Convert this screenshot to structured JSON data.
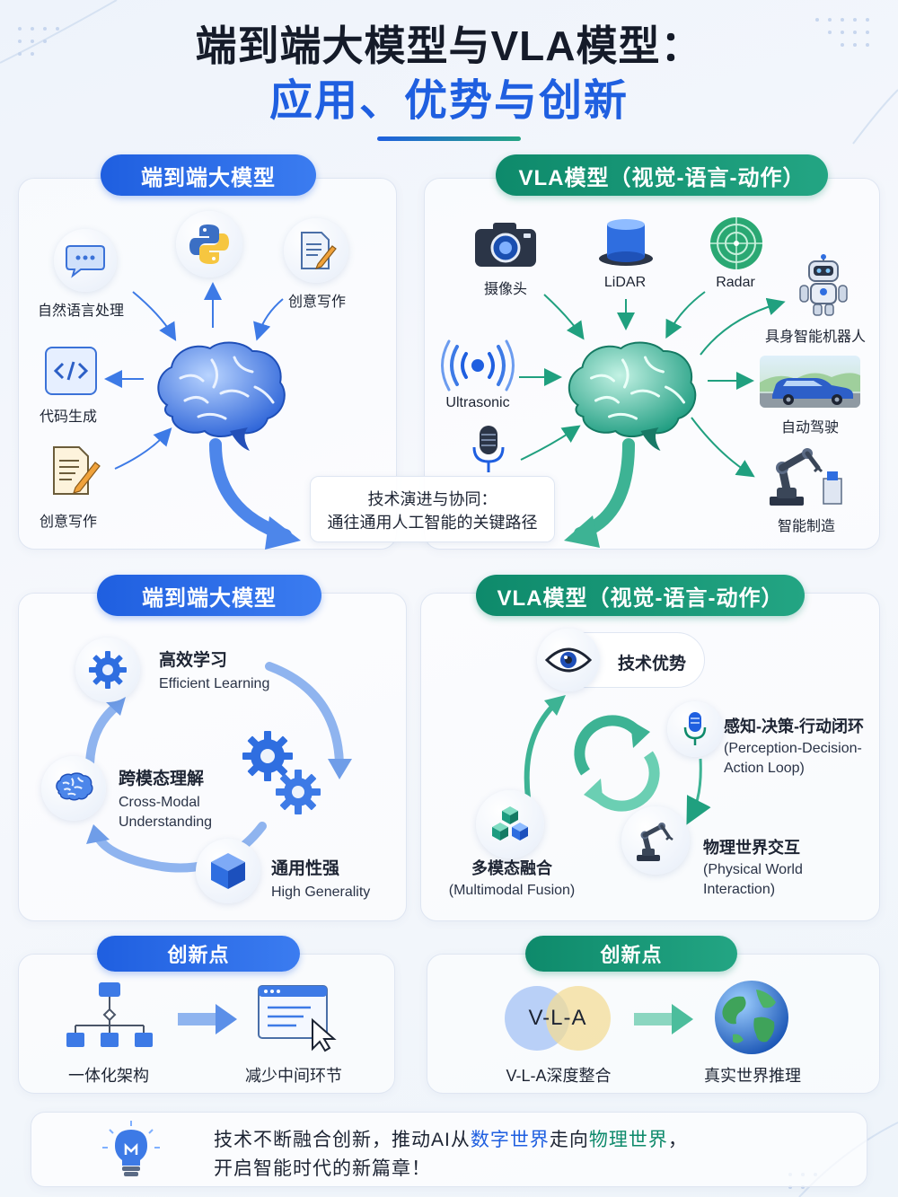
{
  "title": {
    "line1": "端到端大模型与VLA模型：",
    "line2": "应用、优势与创新"
  },
  "colors": {
    "blue": "#1f5fe0",
    "green": "#0e8a6b",
    "dark": "#1d2433"
  },
  "top_left": {
    "header": "端到端大模型",
    "items": [
      {
        "label": "自然语言处理",
        "icon": "chat-bubble-icon"
      },
      {
        "label": "",
        "icon": "python-logo-icon"
      },
      {
        "label": "创意写作",
        "icon": "document-pen-icon"
      },
      {
        "label": "代码生成",
        "icon": "code-icon"
      },
      {
        "label": "创意写作",
        "icon": "document-pen-icon"
      }
    ]
  },
  "top_right": {
    "header": "VLA模型（视觉-语言-动作）",
    "inputs": [
      {
        "label": "摄像头",
        "icon": "camera-icon"
      },
      {
        "label": "LiDAR",
        "icon": "lidar-icon"
      },
      {
        "label": "Radar",
        "icon": "radar-icon"
      },
      {
        "label": "Ultrasonic",
        "icon": "ultrasonic-icon"
      },
      {
        "label": "",
        "icon": "microphone-icon"
      }
    ],
    "outputs": [
      {
        "label": "具身智能机器人",
        "icon": "robot-icon"
      },
      {
        "label": "自动驾驶",
        "icon": "car-icon"
      },
      {
        "label": "智能制造",
        "icon": "robot-arm-icon"
      }
    ]
  },
  "center_box": {
    "line1": "技术演进与协同：",
    "line2": "通往通用人工智能的关键路径"
  },
  "mid_left": {
    "header": "端到端大模型",
    "items": [
      {
        "title": "高效学习",
        "sub1": "Efficient Learning",
        "sub2": "",
        "icon": "gear-icon"
      },
      {
        "title": "跨模态理解",
        "sub1": "Cross-Modal",
        "sub2": "Understanding",
        "icon": "brain-icon"
      },
      {
        "title": "通用性强",
        "sub1": "High Generality",
        "sub2": "",
        "icon": "cube-icon"
      }
    ]
  },
  "mid_right": {
    "header": "VLA模型（视觉-语言-动作）",
    "advantage": "技术优势",
    "items": [
      {
        "title": "感知-决策-行动闭环",
        "sub1": "(Perception-Decision-",
        "sub2": "Action Loop)",
        "icon": "microphone-icon"
      },
      {
        "title": "物理世界交互",
        "sub1": "(Physical World",
        "sub2": "Interaction)",
        "icon": "robot-arm-icon"
      },
      {
        "title": "多模态融合",
        "sub1": "(Multimodal Fusion)",
        "sub2": "",
        "icon": "cubes-icon"
      }
    ]
  },
  "bottom_left": {
    "header": "创新点",
    "items": [
      {
        "label": "一体化架构",
        "icon": "hierarchy-icon"
      },
      {
        "label": "减少中间环节",
        "icon": "window-cursor-icon"
      }
    ]
  },
  "bottom_right": {
    "header": "创新点",
    "venn_text": "V-L-A",
    "items": [
      {
        "label": "V-L-A深度整合",
        "icon": "venn-icon"
      },
      {
        "label": "真实世界推理",
        "icon": "globe-icon"
      }
    ]
  },
  "footer": {
    "part1": "技术不断融合创新，推动AI从",
    "highlight1": "数字世界",
    "part2": "走向",
    "highlight2": "物理世界",
    "part3": "，",
    "line2": "开启智能时代的新篇章！",
    "icon": "lightbulb-icon"
  }
}
